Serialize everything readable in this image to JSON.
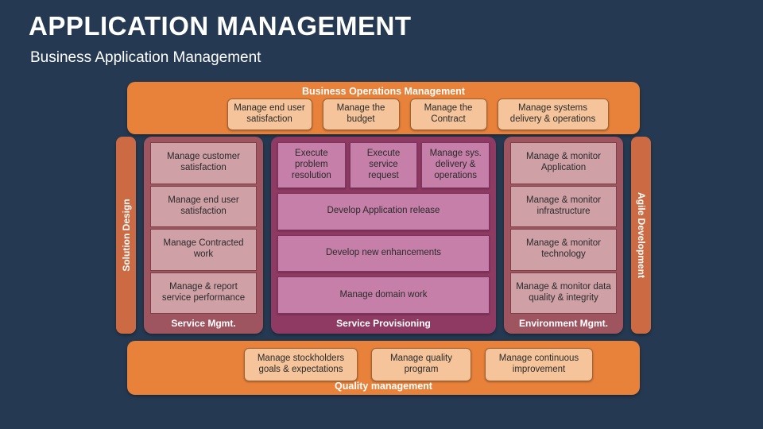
{
  "header": {
    "title": "APPLICATION MANAGEMENT",
    "subtitle": "Business Application Management"
  },
  "colors": {
    "background": "#253a52",
    "band_orange": "#e8813a",
    "tile_orange": "#f5c49b",
    "rail_orange": "#cc6b43",
    "panel_maroon": "#9e5560",
    "tile_rose": "#cfa0a6",
    "panel_purple": "#8e3a63",
    "tile_plum": "#c57fa8",
    "text_light": "#ffffff",
    "text_dark": "#2b2b2b"
  },
  "top_band": {
    "label": "Business Operations Management",
    "tiles": [
      "Manage end user satisfaction",
      "Manage the budget",
      "Manage the Contract",
      "Manage systems delivery & operations"
    ]
  },
  "left_rail": {
    "label": "Solution Design"
  },
  "right_rail": {
    "label": "Agile Development"
  },
  "service_mgmt": {
    "label": "Service Mgmt.",
    "tiles": [
      "Manage customer satisfaction",
      "Manage end user satisfaction",
      "Manage Contracted work",
      "Manage & report service performance"
    ]
  },
  "service_provisioning": {
    "label": "Service Provisioning",
    "row_tiles": [
      "Execute problem resolution",
      "Execute service request",
      "Manage sys. delivery & operations"
    ],
    "wide_tiles": [
      "Develop Application release",
      "Develop new enhancements",
      "Manage domain work"
    ]
  },
  "environment_mgmt": {
    "label": "Environment Mgmt.",
    "tiles": [
      "Manage & monitor Application",
      "Manage & monitor infrastructure",
      "Manage & monitor technology",
      "Manage & monitor data quality & integrity"
    ]
  },
  "bottom_band": {
    "label": "Quality  management",
    "tiles": [
      "Manage stockholders goals & expectations",
      "Manage quality program",
      "Manage continuous improvement"
    ]
  }
}
